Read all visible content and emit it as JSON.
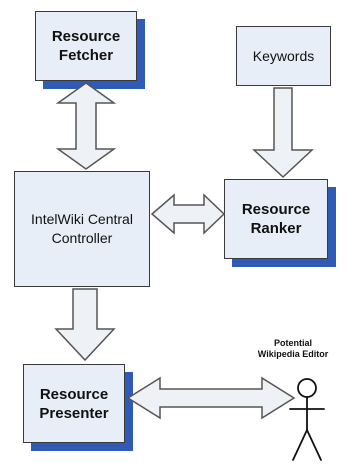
{
  "nodes": {
    "fetcher": "Resource\nFetcher",
    "keywords": "Keywords",
    "controller": "IntelWiki Central\nController",
    "ranker": "Resource\nRanker",
    "presenter": "Resource\nPresenter"
  },
  "actor": {
    "label": "Potential\nWikipedia Editor"
  },
  "colors": {
    "fill": "#e8eef8",
    "shadow": "#2f5bb7",
    "stroke": "#3a3a3a"
  }
}
